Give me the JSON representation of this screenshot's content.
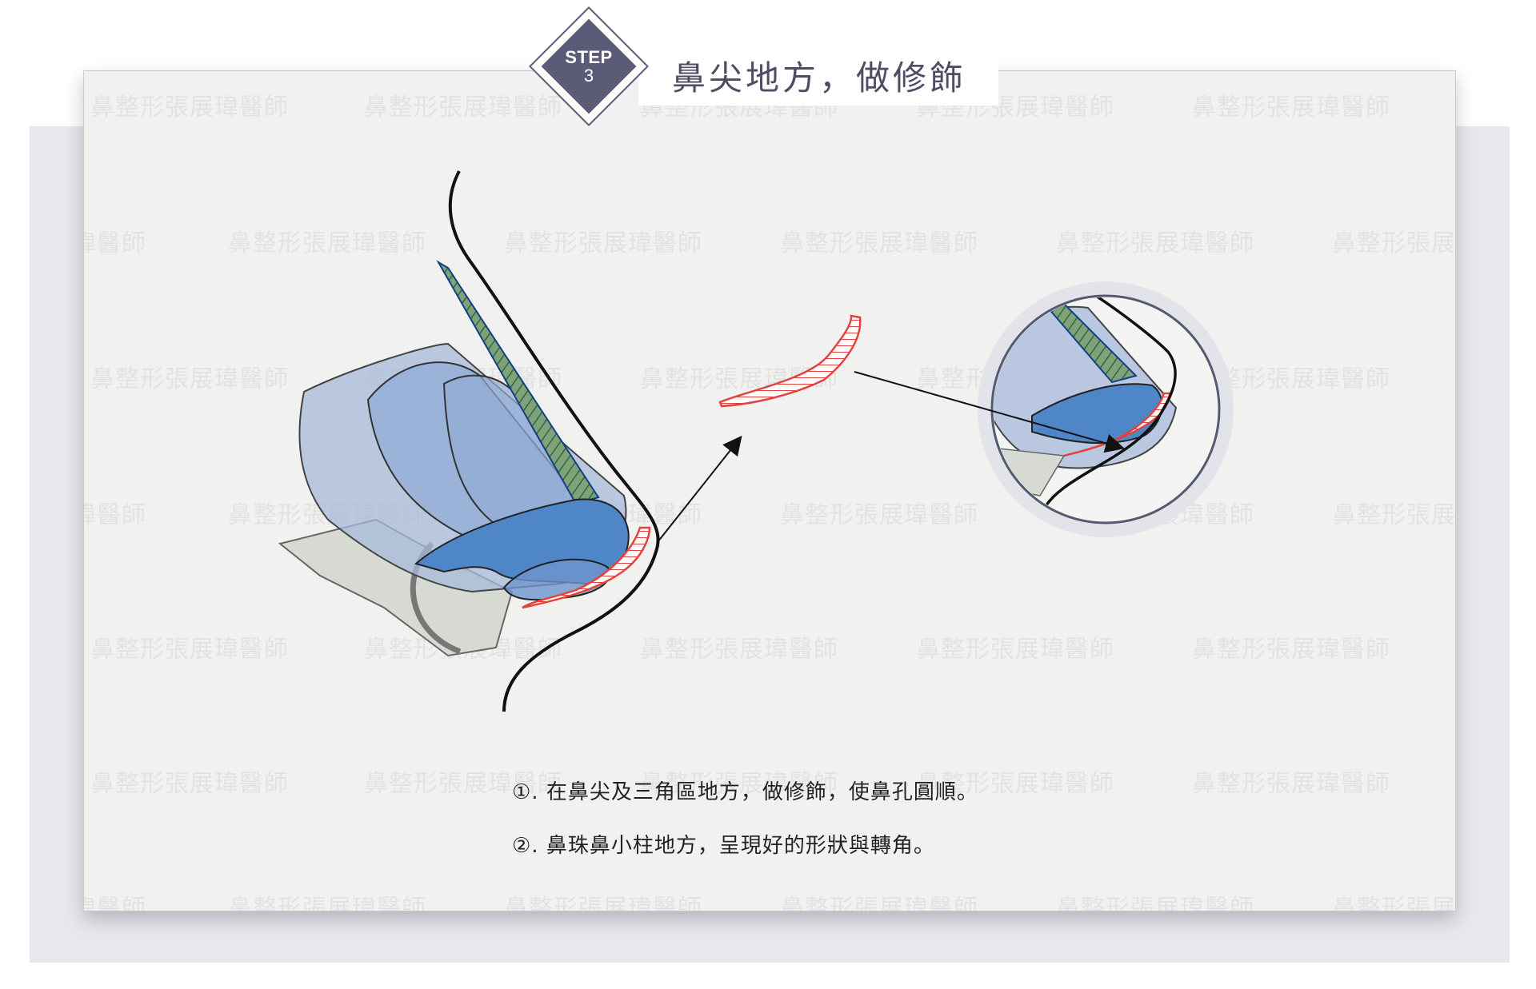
{
  "header": {
    "badge_step": "STEP",
    "badge_number": "3",
    "title": "鼻尖地方，做修飾"
  },
  "watermark_text": "鼻整形張展瑋醫師",
  "notes": [
    "①. 在鼻尖及三角區地方，做修飾，使鼻孔圓順。",
    "②. 鼻珠鼻小柱地方，呈現好的形狀與轉角。"
  ],
  "colors": {
    "badge": "#5b5b78",
    "title": "#4d4d66",
    "cartilage_blue": "#4a7fc8",
    "graft_red": "#e0443c",
    "septal_green": "#6a9a64",
    "outline": "#111111"
  }
}
